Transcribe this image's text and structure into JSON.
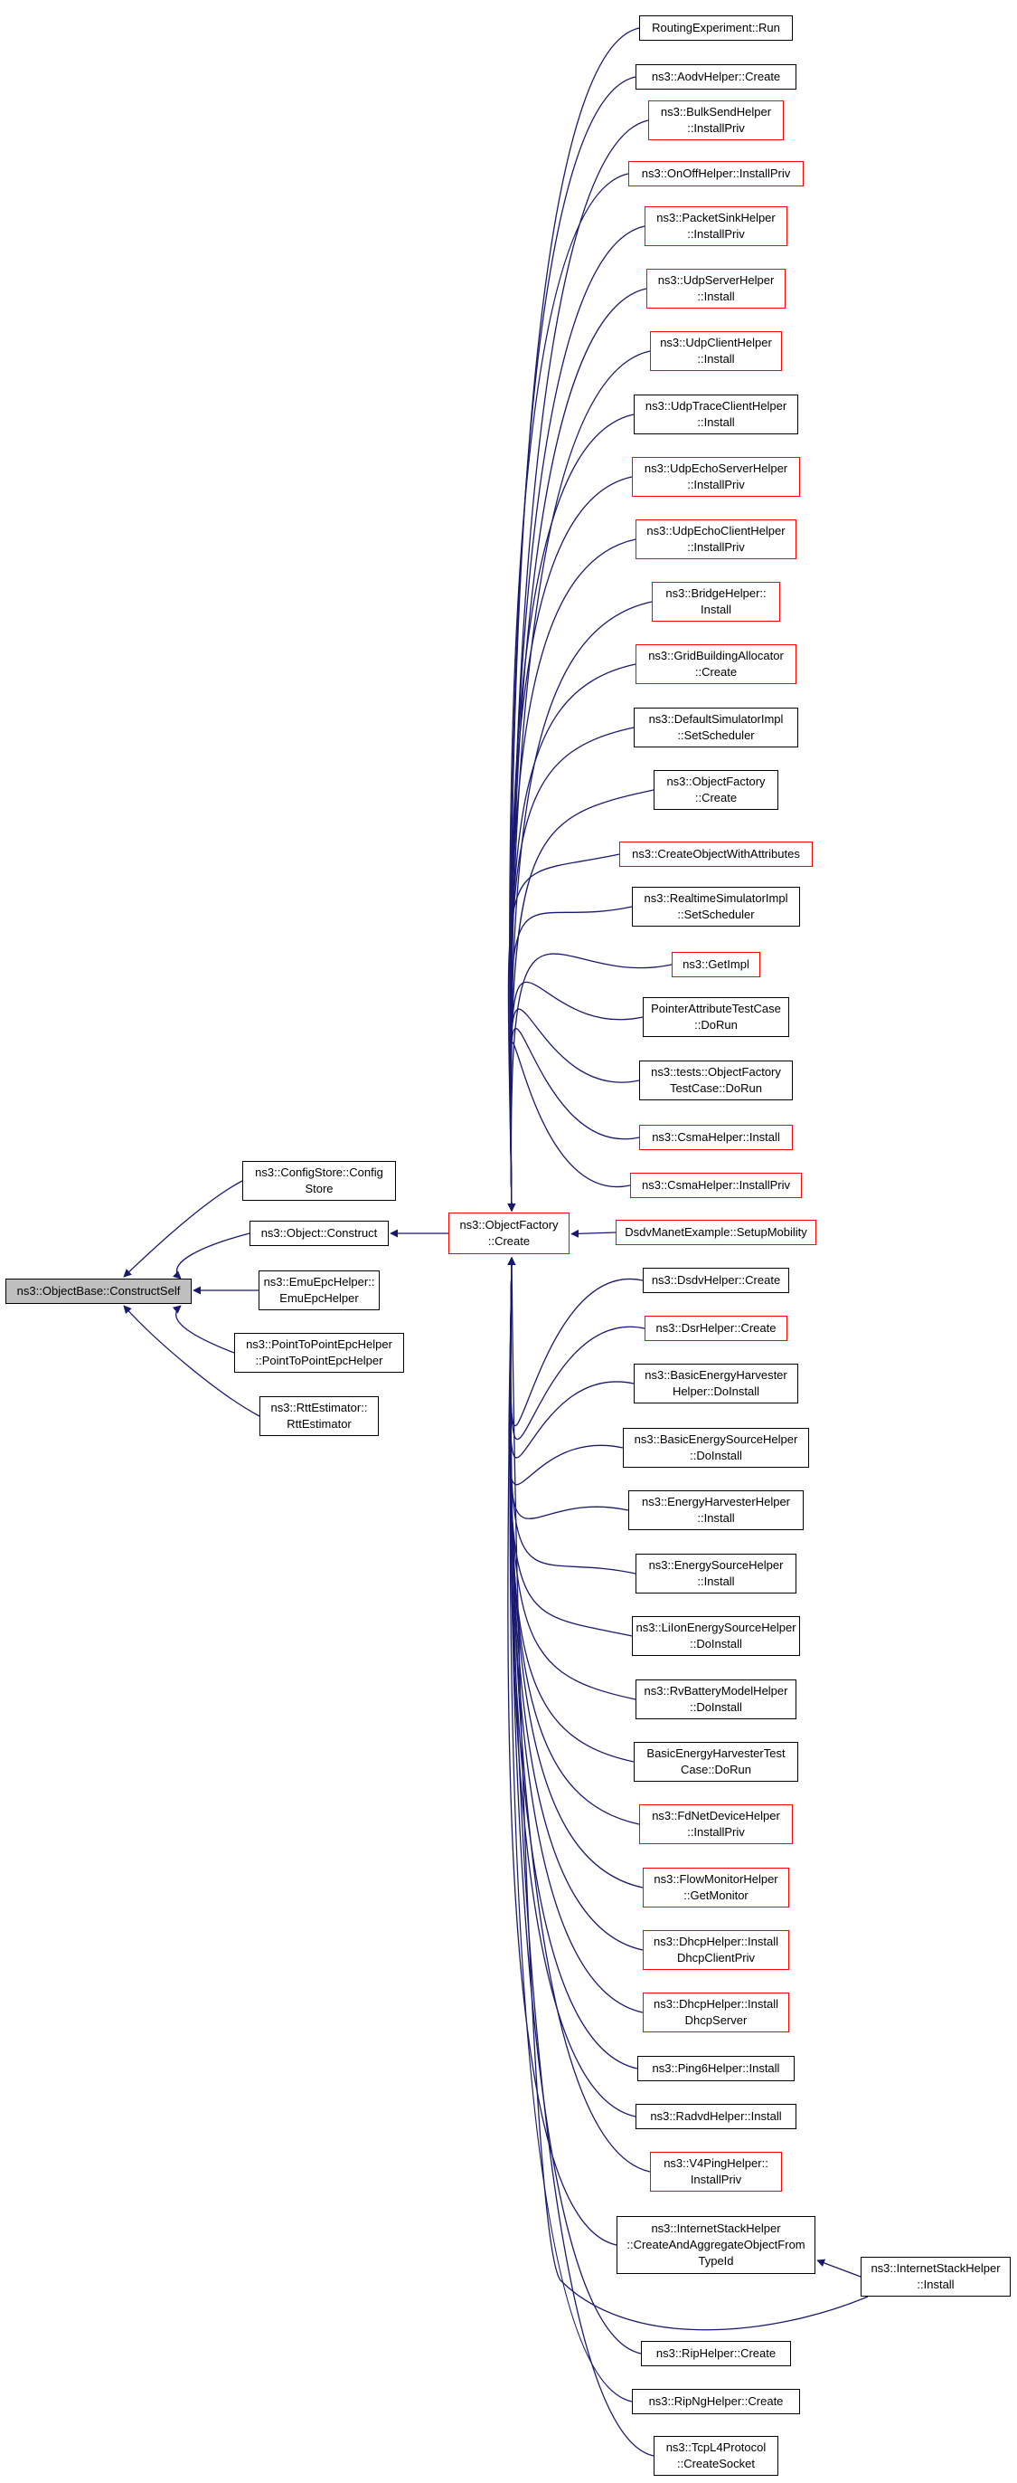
{
  "colors": {
    "edge": "#191970",
    "box_default": "#000000",
    "box_undocumented": "#ff0000",
    "focus_fill": "#bfbfbf"
  },
  "diagram": {
    "focus": {
      "label": "ns3::ObjectBase::ConstructSelf"
    },
    "mid_nodes": [
      {
        "label": "ns3::ConfigStore::Config\nStore",
        "style": "black"
      },
      {
        "label": "ns3::Object::Construct",
        "style": "black"
      },
      {
        "label": "ns3::EmuEpcHelper::\nEmuEpcHelper",
        "style": "black"
      },
      {
        "label": "ns3::PointToPointEpcHelper\n::PointToPointEpcHelper",
        "style": "black"
      },
      {
        "label": "ns3::RttEstimator::\nRttEstimator",
        "style": "black"
      }
    ],
    "factory": {
      "label": "ns3::ObjectFactory\n::Create",
      "style": "red"
    },
    "callers": [
      {
        "label": "RoutingExperiment::Run",
        "style": "black"
      },
      {
        "label": "ns3::AodvHelper::Create",
        "style": "black"
      },
      {
        "label": "ns3::BulkSendHelper\n::InstallPriv",
        "style": "red"
      },
      {
        "label": "ns3::OnOffHelper::InstallPriv",
        "style": "red"
      },
      {
        "label": "ns3::PacketSinkHelper\n::InstallPriv",
        "style": "red"
      },
      {
        "label": "ns3::UdpServerHelper\n::Install",
        "style": "red"
      },
      {
        "label": "ns3::UdpClientHelper\n::Install",
        "style": "red"
      },
      {
        "label": "ns3::UdpTraceClientHelper\n::Install",
        "style": "black"
      },
      {
        "label": "ns3::UdpEchoServerHelper\n::InstallPriv",
        "style": "red"
      },
      {
        "label": "ns3::UdpEchoClientHelper\n::InstallPriv",
        "style": "red"
      },
      {
        "label": "ns3::BridgeHelper::\nInstall",
        "style": "red"
      },
      {
        "label": "ns3::GridBuildingAllocator\n::Create",
        "style": "red"
      },
      {
        "label": "ns3::DefaultSimulatorImpl\n::SetScheduler",
        "style": "black"
      },
      {
        "label": "ns3::ObjectFactory\n::Create",
        "style": "black"
      },
      {
        "label": "ns3::CreateObjectWithAttributes",
        "style": "red"
      },
      {
        "label": "ns3::RealtimeSimulatorImpl\n::SetScheduler",
        "style": "black"
      },
      {
        "label": "ns3::GetImpl",
        "style": "red"
      },
      {
        "label": "PointerAttributeTestCase\n::DoRun",
        "style": "black"
      },
      {
        "label": "ns3::tests::ObjectFactory\nTestCase::DoRun",
        "style": "black"
      },
      {
        "label": "ns3::CsmaHelper::Install",
        "style": "red"
      },
      {
        "label": "ns3::CsmaHelper::InstallPriv",
        "style": "red"
      },
      {
        "label": "DsdvManetExample::SetupMobility",
        "style": "red"
      },
      {
        "label": "ns3::DsdvHelper::Create",
        "style": "black"
      },
      {
        "label": "ns3::DsrHelper::Create",
        "style": "red"
      },
      {
        "label": "ns3::BasicEnergyHarvester\nHelper::DoInstall",
        "style": "black"
      },
      {
        "label": "ns3::BasicEnergySourceHelper\n::DoInstall",
        "style": "black"
      },
      {
        "label": "ns3::EnergyHarvesterHelper\n::Install",
        "style": "black"
      },
      {
        "label": "ns3::EnergySourceHelper\n::Install",
        "style": "black"
      },
      {
        "label": "ns3::LiIonEnergySourceHelper\n::DoInstall",
        "style": "black"
      },
      {
        "label": "ns3::RvBatteryModelHelper\n::DoInstall",
        "style": "black"
      },
      {
        "label": "BasicEnergyHarvesterTest\nCase::DoRun",
        "style": "black"
      },
      {
        "label": "ns3::FdNetDeviceHelper\n::InstallPriv",
        "style": "red"
      },
      {
        "label": "ns3::FlowMonitorHelper\n::GetMonitor",
        "style": "red"
      },
      {
        "label": "ns3::DhcpHelper::Install\nDhcpClientPriv",
        "style": "red"
      },
      {
        "label": "ns3::DhcpHelper::Install\nDhcpServer",
        "style": "red"
      },
      {
        "label": "ns3::Ping6Helper::Install",
        "style": "black"
      },
      {
        "label": "ns3::RadvdHelper::Install",
        "style": "black"
      },
      {
        "label": "ns3::V4PingHelper::\nInstallPriv",
        "style": "red"
      },
      {
        "label": "ns3::InternetStackHelper\n::CreateAndAggregateObjectFrom\nTypeId",
        "style": "black"
      },
      {
        "label": "ns3::RipHelper::Create",
        "style": "black"
      },
      {
        "label": "ns3::RipNgHelper::Create",
        "style": "black"
      },
      {
        "label": "ns3::TcpL4Protocol\n::CreateSocket",
        "style": "black"
      }
    ],
    "extra": {
      "label": "ns3::InternetStackHelper\n::Install",
      "style": "black"
    }
  }
}
